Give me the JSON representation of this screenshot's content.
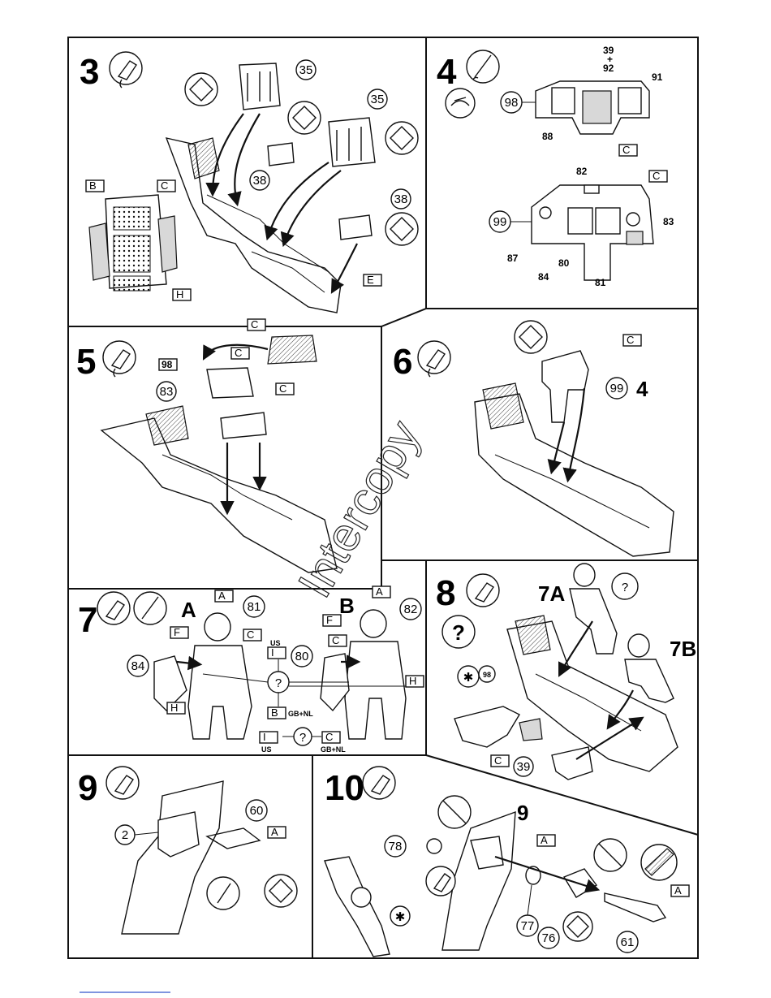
{
  "steps": [
    {
      "number": "3",
      "parts": [
        "35",
        "35",
        "38",
        "38"
      ],
      "decal_flags": [
        "B",
        "C",
        "H",
        "E"
      ]
    },
    {
      "number": "4",
      "parts": [
        "39",
        "+",
        "92",
        "91",
        "98",
        "88",
        "82",
        "99",
        "83",
        "87",
        "80",
        "84",
        "81"
      ],
      "decal_flags": [
        "C",
        "C"
      ]
    },
    {
      "number": "5",
      "parts": [
        "98",
        "83"
      ],
      "decal_flags": [
        "C",
        "C",
        "C"
      ]
    },
    {
      "number": "6",
      "parts": [
        "99",
        "4"
      ],
      "decal_flags": [
        "C"
      ]
    },
    {
      "number": "7",
      "variant_a": "A",
      "variant_b": "B",
      "parts": [
        "81",
        "82",
        "80",
        "84"
      ],
      "decal_flags": [
        "A",
        "A",
        "F",
        "F",
        "C",
        "C",
        "H",
        "H",
        "I",
        "I",
        "B",
        "C",
        "C"
      ],
      "region_labels": {
        "us": "US",
        "gb_nl": "GB+NL"
      }
    },
    {
      "number": "8",
      "figures": [
        "7A",
        "7B"
      ],
      "parts": [
        "98",
        "39"
      ],
      "decal_flags": [
        "C"
      ]
    },
    {
      "number": "9",
      "parts": [
        "2",
        "60"
      ],
      "decal_flags": [
        "A"
      ]
    },
    {
      "number": "10",
      "parts": [
        "9",
        "78",
        "77",
        "76",
        "61"
      ],
      "decal_flags": [
        "A",
        "A"
      ]
    }
  ],
  "watermark": "Intercopy"
}
